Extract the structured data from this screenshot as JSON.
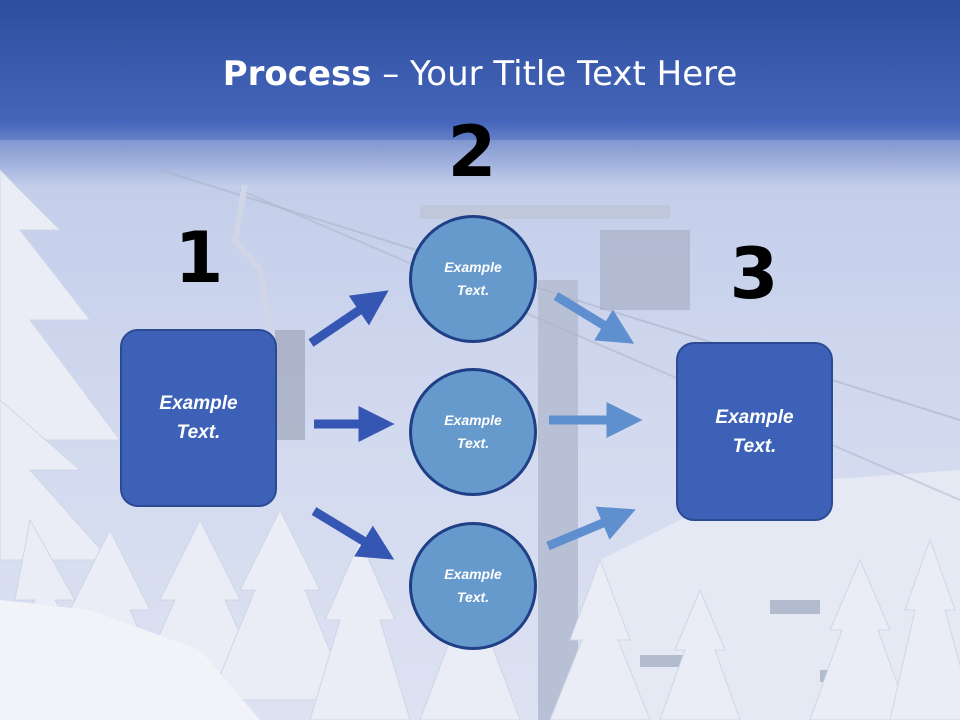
{
  "title": {
    "bold": "Process",
    "rest": " – Your Title Text Here"
  },
  "steps": [
    {
      "number": "1",
      "box_text": "Example\nText."
    },
    {
      "number": "2",
      "circles": [
        "Example\nText.",
        "Example\nText.",
        "Example\nText."
      ]
    },
    {
      "number": "3",
      "box_text": "Example\nText."
    }
  ],
  "colors": {
    "title_band": "#3a5ab5",
    "box_fill": "#3e61b8",
    "circle_fill": "#6699cc",
    "arrow_dark": "#3557b3",
    "arrow_light": "#5f8fcf"
  }
}
